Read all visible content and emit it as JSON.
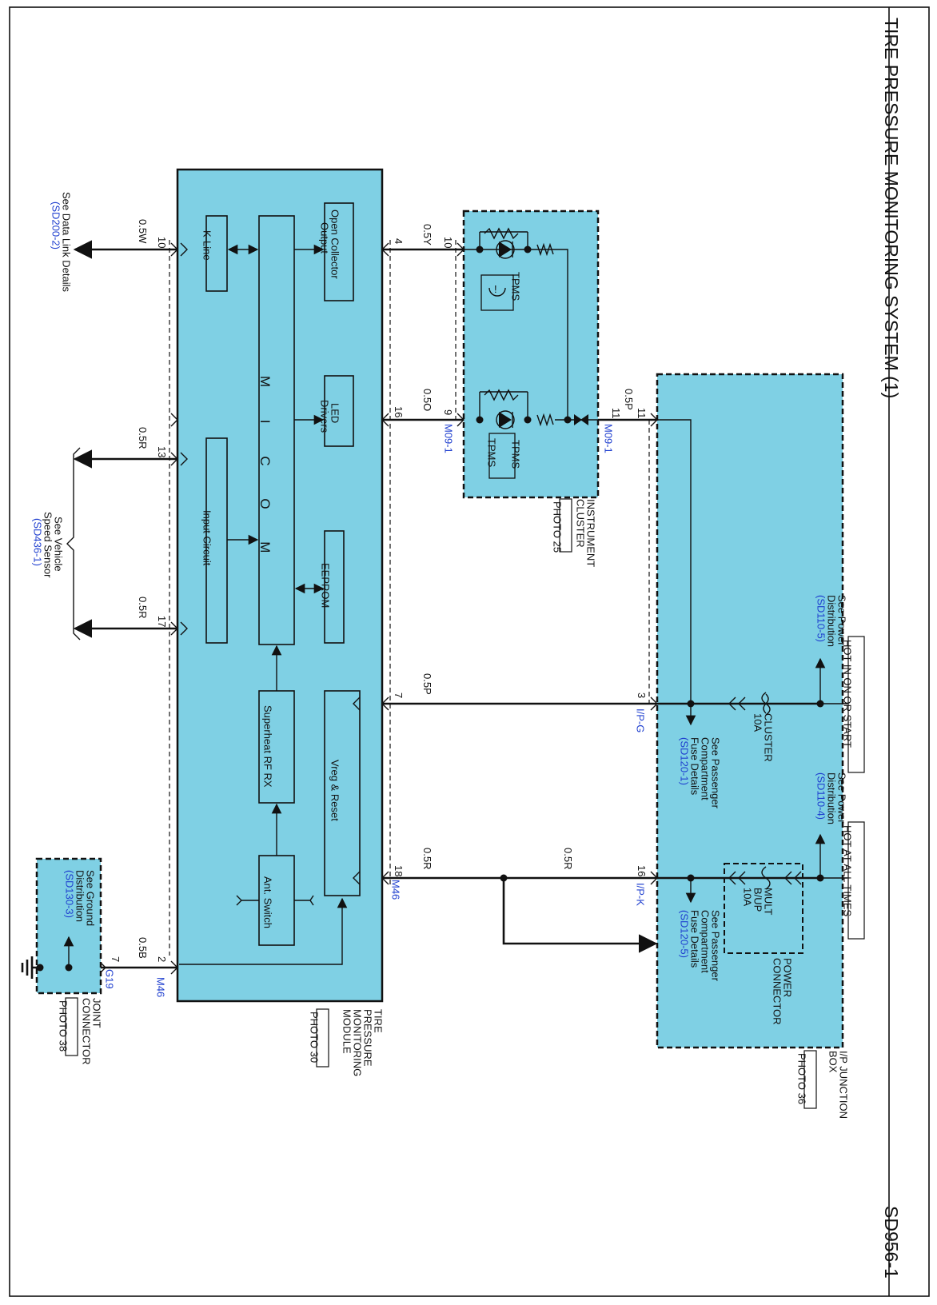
{
  "title": "TIRE PRESSURE MONITORING SYSTEM (1)",
  "page_code": "SD956-1",
  "tpms_module": {
    "label": [
      "TIRE",
      "PRESSURE",
      "MONITORING",
      "MODULE"
    ],
    "photo": "PHOTO 30",
    "connector": "M46",
    "blocks": {
      "k_line": "K-Line",
      "micom": "M I C O M",
      "open_collector": [
        "Open Collector",
        "Output"
      ],
      "led_drivers": [
        "LED",
        "Drivers"
      ],
      "eeprom": "EEPROM",
      "input_circuit": "Input Circuit",
      "superheat": "Superheat RF RX",
      "vreg": "Vreg & Reset",
      "ant_switch": "Ant. Switch"
    }
  },
  "instrument_cluster": {
    "label": [
      "INSTRUMENT",
      "CLUSTER"
    ],
    "photo": "PHOTO 25",
    "connector": "M09-1",
    "lamp_label": "TPMS",
    "lamp_text_icon": "TPMS",
    "warning_icon": "tire-pressure-warning-icon"
  },
  "junction_box": {
    "label": [
      "I/P JUNCTION",
      "BOX"
    ],
    "photo": "PHOTO 36",
    "power_connector": [
      "POWER",
      "CONNECTOR"
    ],
    "hot_ign": "HOT IN ON OR START",
    "hot_all": "HOT AT ALL TIMES",
    "fuse_cluster": [
      "CLUSTER",
      "10A"
    ],
    "fuse_mult": [
      "MULT",
      "B/UP",
      "10A"
    ],
    "see_power_1": [
      "See Power",
      "Distribution"
    ],
    "see_power_1_ref": "(SD110-5)",
    "see_power_2": [
      "See Power",
      "Distribution"
    ],
    "see_power_2_ref": "(SD110-4)",
    "see_pass_1": [
      "See Passenger",
      "Compartment",
      "Fuse Details"
    ],
    "see_pass_1_ref": "(SD120-1)",
    "see_pass_2": [
      "See Passenger",
      "Compartment",
      "Fuse Details"
    ],
    "see_pass_2_ref": "(SD120-5)",
    "conn_g": "I/P-G",
    "conn_k": "I/P-K"
  },
  "joint_connector": {
    "label": [
      "JOINT",
      "CONNECTOR"
    ],
    "photo": "PHOTO 38",
    "connector": "G19",
    "see_ground": [
      "See Ground",
      "Distribution"
    ],
    "see_ground_ref": "(SD130-3)"
  },
  "left_refs": {
    "data_link": "See Data Link Details",
    "data_link_ref": "(SD200-2)",
    "vss": [
      "See Vehicle",
      "Speed Sensor"
    ],
    "vss_ref": "(SD436-1)"
  },
  "wires": {
    "w_05w": "0.5W",
    "w_05y": "0.5Y",
    "w_05o": "0.5O",
    "w_05p_top": "0.5P",
    "w_05r_13": "0.5R",
    "w_05r_17": "0.5R",
    "w_05p_7": "0.5P",
    "w_05r_18": "0.5R",
    "w_05r_mid": "0.5R",
    "w_05b": "0.5B"
  },
  "pins": {
    "p10_left": "10",
    "p4": "4",
    "p10_cl": "10",
    "p16": "16",
    "p9": "9",
    "p11_cl": "11",
    "p11_jb": "11",
    "p13": "13",
    "p17": "17",
    "p7": "7",
    "p3": "3",
    "p18": "18",
    "p16_jb": "16",
    "p2": "2",
    "p7_g": "7"
  }
}
